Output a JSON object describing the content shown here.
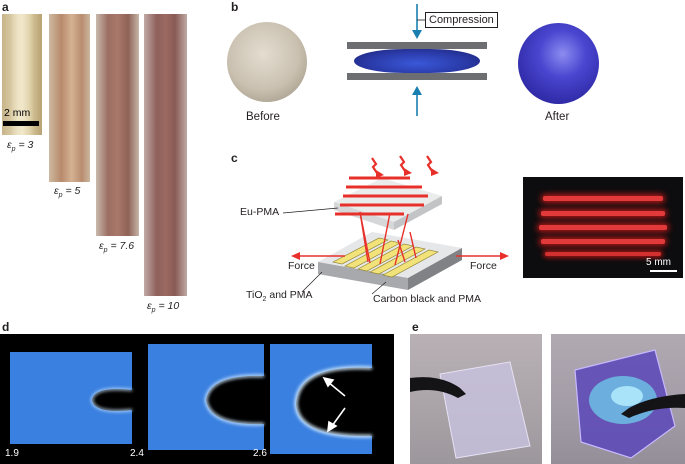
{
  "panels": {
    "a": "a",
    "b": "b",
    "c": "c",
    "d": "d",
    "e": "e"
  },
  "panel_a": {
    "scale_bar": "2 mm",
    "strain_symbol": "ε",
    "strain_sub": "p",
    "strains": [
      "= 3",
      "= 5",
      "= 7.6",
      "= 10"
    ]
  },
  "panel_b": {
    "compression": "Compression",
    "before": "Before",
    "after": "After"
  },
  "panel_c": {
    "eu_pma": "Eu-PMA",
    "force_left": "Force",
    "force_right": "Force",
    "tio2": "TiO",
    "tio2_sub": "2",
    "tio2_rest": " and PMA",
    "carbon": "Carbon black and PMA",
    "scale_bar": "5 mm"
  },
  "panel_d": {
    "values": [
      "1.9",
      "2.4",
      "2.6"
    ]
  },
  "colors": {
    "sample_blue": "#3a80e0",
    "glow": "#cfe8ff",
    "red_line": "#e8302a",
    "arrow_blue": "#1a7fb0",
    "yellow": "#f2e27a"
  }
}
